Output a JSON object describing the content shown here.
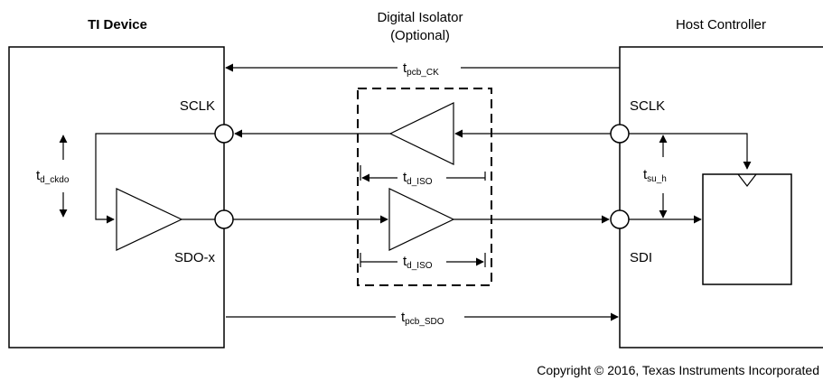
{
  "blocks": {
    "device": {
      "title": "TI Device",
      "pin_sclk": "SCLK",
      "pin_sdo": "SDO-x"
    },
    "isolator": {
      "title_line1": "Digital Isolator",
      "title_line2": "(Optional)"
    },
    "host": {
      "title": "Host Controller",
      "pin_sclk": "SCLK",
      "pin_sdi": "SDI"
    }
  },
  "timing": {
    "pcb_ck": {
      "main": "t",
      "sub": "pcb_CK"
    },
    "pcb_sdo": {
      "main": "t",
      "sub": "pcb_SDO"
    },
    "d_iso_top": {
      "main": "t",
      "sub": "d_ISO"
    },
    "d_iso_bottom": {
      "main": "t",
      "sub": "d_ISO"
    },
    "d_ckdo": {
      "main": "t",
      "sub": "d_ckdo"
    },
    "su_h": {
      "main": "t",
      "sub": "su_h"
    }
  },
  "copyright": "Copyright © 2016, Texas Instruments Incorporated"
}
